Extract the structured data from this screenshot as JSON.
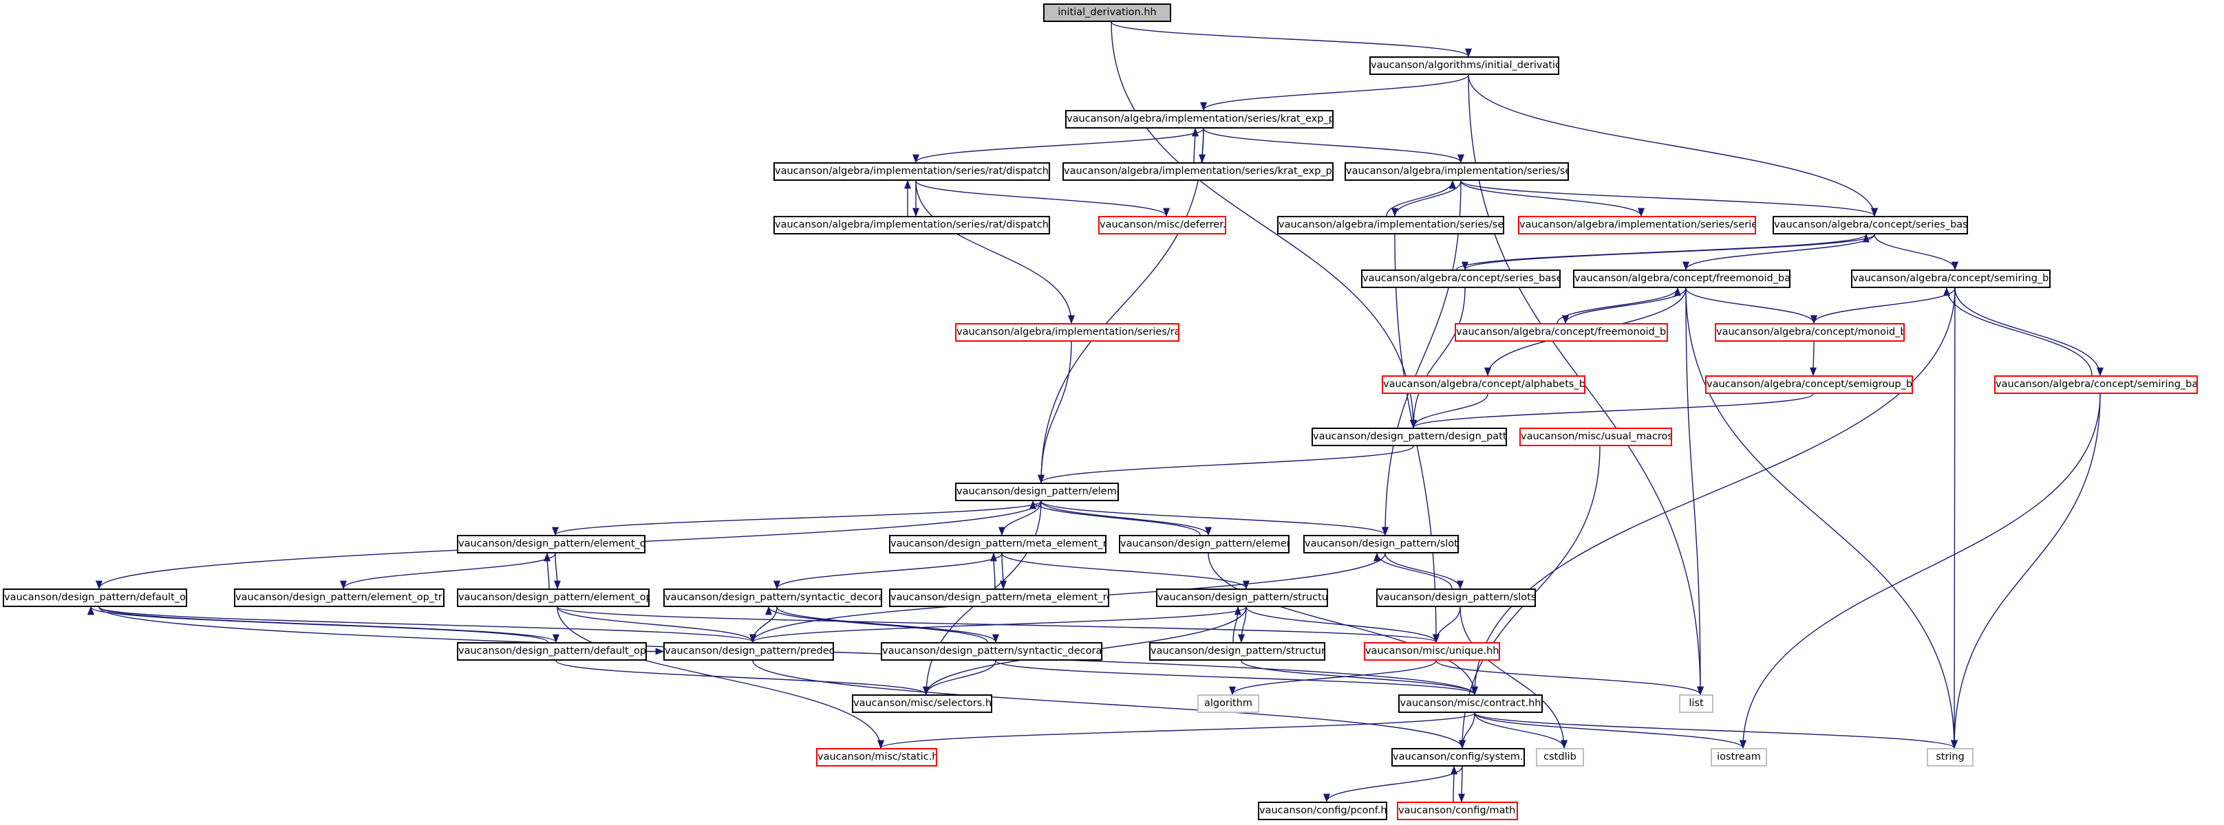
{
  "colors": {
    "edge": "#191970",
    "root_fill": "#bfbfbf",
    "documented_border": "#000000",
    "undocumented_border": "#ff0000",
    "external_border": "#bfbfbf"
  },
  "nodes": [
    {
      "id": "n0",
      "label": "initial_derivation.hh",
      "kind": "root"
    },
    {
      "id": "n1",
      "label": "vaucanson/algorithms/initial_derivation.hxx",
      "kind": "doc"
    },
    {
      "id": "n2",
      "label": "vaucanson/algebra/implementation/series/krat_exp_pattern.hh",
      "kind": "doc"
    },
    {
      "id": "n3",
      "label": "vaucanson/algebra/implementation/series/rat/dispatch_visitor.hh",
      "kind": "doc"
    },
    {
      "id": "n4",
      "label": "vaucanson/algebra/implementation/series/krat_exp_pattern.hxx",
      "kind": "doc"
    },
    {
      "id": "n5",
      "label": "vaucanson/algebra/implementation/series/series.hh",
      "kind": "doc"
    },
    {
      "id": "n6",
      "label": "vaucanson/algebra/implementation/series/rat/dispatch_visitor.hxx",
      "kind": "doc"
    },
    {
      "id": "n7",
      "label": "vaucanson/misc/deferrer.hh",
      "kind": "red"
    },
    {
      "id": "n8",
      "label": "vaucanson/algebra/implementation/series/series.hxx",
      "kind": "doc"
    },
    {
      "id": "n9",
      "label": "vaucanson/algebra/implementation/series/series_rep.hh",
      "kind": "red"
    },
    {
      "id": "n10",
      "label": "vaucanson/algebra/concept/series_base.hh",
      "kind": "doc"
    },
    {
      "id": "n11",
      "label": "vaucanson/algebra/concept/series_base.hxx",
      "kind": "doc"
    },
    {
      "id": "n12",
      "label": "vaucanson/algebra/concept/freemonoid_base.hh",
      "kind": "doc"
    },
    {
      "id": "n13",
      "label": "vaucanson/algebra/concept/semiring_base.hh",
      "kind": "doc"
    },
    {
      "id": "n14",
      "label": "vaucanson/algebra/implementation/series/rat/exp.hh",
      "kind": "red"
    },
    {
      "id": "n15",
      "label": "vaucanson/algebra/concept/freemonoid_base.hxx",
      "kind": "red"
    },
    {
      "id": "n16",
      "label": "vaucanson/algebra/concept/monoid_base.hh",
      "kind": "red"
    },
    {
      "id": "n17",
      "label": "vaucanson/algebra/concept/alphabets_base.hh",
      "kind": "red"
    },
    {
      "id": "n18",
      "label": "vaucanson/algebra/concept/semigroup_base.hh",
      "kind": "red"
    },
    {
      "id": "n19",
      "label": "vaucanson/algebra/concept/semiring_base.hxx",
      "kind": "red"
    },
    {
      "id": "n20",
      "label": "vaucanson/design_pattern/design_pattern.hh",
      "kind": "doc"
    },
    {
      "id": "n21",
      "label": "vaucanson/misc/usual_macros.hh",
      "kind": "red"
    },
    {
      "id": "n22",
      "label": "vaucanson/design_pattern/element.hh",
      "kind": "doc"
    },
    {
      "id": "n23",
      "label": "vaucanson/design_pattern/element_ops.hh",
      "kind": "doc"
    },
    {
      "id": "n24",
      "label": "vaucanson/design_pattern/meta_element_root.hh",
      "kind": "doc"
    },
    {
      "id": "n25",
      "label": "vaucanson/design_pattern/element.hxx",
      "kind": "doc"
    },
    {
      "id": "n26",
      "label": "vaucanson/design_pattern/slots.hh",
      "kind": "doc"
    },
    {
      "id": "n27",
      "label": "vaucanson/design_pattern/default_ops.hh",
      "kind": "doc"
    },
    {
      "id": "n28",
      "label": "vaucanson/design_pattern/element_op_traits.hh",
      "kind": "doc"
    },
    {
      "id": "n29",
      "label": "vaucanson/design_pattern/element_ops.hxx",
      "kind": "doc"
    },
    {
      "id": "n30",
      "label": "vaucanson/design_pattern/syntactic_decorator.hh",
      "kind": "doc"
    },
    {
      "id": "n31",
      "label": "vaucanson/design_pattern/meta_element_root.hxx",
      "kind": "doc"
    },
    {
      "id": "n32",
      "label": "vaucanson/design_pattern/structure.hh",
      "kind": "doc"
    },
    {
      "id": "n33",
      "label": "vaucanson/design_pattern/slots.hxx",
      "kind": "doc"
    },
    {
      "id": "n34",
      "label": "vaucanson/design_pattern/default_ops.hxx",
      "kind": "doc"
    },
    {
      "id": "n35",
      "label": "vaucanson/design_pattern/predecls.hh",
      "kind": "doc"
    },
    {
      "id": "n36",
      "label": "vaucanson/design_pattern/syntactic_decorator.hxx",
      "kind": "doc"
    },
    {
      "id": "n37",
      "label": "vaucanson/design_pattern/structure.hxx",
      "kind": "doc"
    },
    {
      "id": "n38",
      "label": "vaucanson/misc/unique.hh",
      "kind": "red"
    },
    {
      "id": "n39",
      "label": "vaucanson/misc/selectors.hh",
      "kind": "doc"
    },
    {
      "id": "n40",
      "label": "algorithm",
      "kind": "ext"
    },
    {
      "id": "n41",
      "label": "vaucanson/misc/contract.hh",
      "kind": "doc"
    },
    {
      "id": "n42",
      "label": "list",
      "kind": "ext"
    },
    {
      "id": "n43",
      "label": "vaucanson/misc/static.hh",
      "kind": "red"
    },
    {
      "id": "n44",
      "label": "vaucanson/config/system.hh",
      "kind": "doc"
    },
    {
      "id": "n45",
      "label": "cstdlib",
      "kind": "ext"
    },
    {
      "id": "n46",
      "label": "iostream",
      "kind": "ext"
    },
    {
      "id": "n47",
      "label": "string",
      "kind": "ext"
    },
    {
      "id": "n48",
      "label": "vaucanson/config/pconf.hh",
      "kind": "doc"
    },
    {
      "id": "n49",
      "label": "vaucanson/config/math.hh",
      "kind": "red"
    }
  ],
  "edges": [
    [
      "n0",
      "n1"
    ],
    [
      "n0",
      "n20"
    ],
    [
      "n1",
      "n2"
    ],
    [
      "n1",
      "n10"
    ],
    [
      "n1",
      "n42"
    ],
    [
      "n2",
      "n3"
    ],
    [
      "n2",
      "n4"
    ],
    [
      "n2",
      "n5"
    ],
    [
      "n2",
      "n22"
    ],
    [
      "n4",
      "n2"
    ],
    [
      "n3",
      "n6"
    ],
    [
      "n3",
      "n7"
    ],
    [
      "n3",
      "n14"
    ],
    [
      "n6",
      "n3"
    ],
    [
      "n5",
      "n8"
    ],
    [
      "n5",
      "n9"
    ],
    [
      "n5",
      "n10"
    ],
    [
      "n5",
      "n26"
    ],
    [
      "n8",
      "n5"
    ],
    [
      "n8",
      "n38"
    ],
    [
      "n10",
      "n11"
    ],
    [
      "n10",
      "n12"
    ],
    [
      "n10",
      "n13"
    ],
    [
      "n11",
      "n10"
    ],
    [
      "n11",
      "n20"
    ],
    [
      "n12",
      "n15"
    ],
    [
      "n12",
      "n16"
    ],
    [
      "n12",
      "n17"
    ],
    [
      "n12",
      "n42"
    ],
    [
      "n12",
      "n47"
    ],
    [
      "n15",
      "n12"
    ],
    [
      "n13",
      "n16"
    ],
    [
      "n13",
      "n19"
    ],
    [
      "n13",
      "n41"
    ],
    [
      "n13",
      "n47"
    ],
    [
      "n19",
      "n13"
    ],
    [
      "n19",
      "n46"
    ],
    [
      "n19",
      "n47"
    ],
    [
      "n16",
      "n18"
    ],
    [
      "n18",
      "n20"
    ],
    [
      "n17",
      "n20"
    ],
    [
      "n14",
      "n22"
    ],
    [
      "n20",
      "n22"
    ],
    [
      "n21",
      "n44"
    ],
    [
      "n22",
      "n23"
    ],
    [
      "n22",
      "n24"
    ],
    [
      "n22",
      "n25"
    ],
    [
      "n22",
      "n26"
    ],
    [
      "n22",
      "n27"
    ],
    [
      "n22",
      "n39"
    ],
    [
      "n25",
      "n22"
    ],
    [
      "n25",
      "n41"
    ],
    [
      "n23",
      "n28"
    ],
    [
      "n23",
      "n29"
    ],
    [
      "n29",
      "n23"
    ],
    [
      "n29",
      "n35"
    ],
    [
      "n29",
      "n38"
    ],
    [
      "n29",
      "n43"
    ],
    [
      "n24",
      "n30"
    ],
    [
      "n24",
      "n31"
    ],
    [
      "n24",
      "n32"
    ],
    [
      "n31",
      "n24"
    ],
    [
      "n26",
      "n33"
    ],
    [
      "n26",
      "n35"
    ],
    [
      "n33",
      "n26"
    ],
    [
      "n33",
      "n38"
    ],
    [
      "n33",
      "n45"
    ],
    [
      "n27",
      "n34"
    ],
    [
      "n27",
      "n35"
    ],
    [
      "n27",
      "n41"
    ],
    [
      "n34",
      "n27"
    ],
    [
      "n34",
      "n35"
    ],
    [
      "n34",
      "n39"
    ],
    [
      "n30",
      "n35"
    ],
    [
      "n30",
      "n36"
    ],
    [
      "n36",
      "n30"
    ],
    [
      "n36",
      "n39"
    ],
    [
      "n36",
      "n41"
    ],
    [
      "n32",
      "n35"
    ],
    [
      "n32",
      "n37"
    ],
    [
      "n32",
      "n38"
    ],
    [
      "n32",
      "n39"
    ],
    [
      "n37",
      "n32"
    ],
    [
      "n37",
      "n41"
    ],
    [
      "n35",
      "n44"
    ],
    [
      "n38",
      "n40"
    ],
    [
      "n38",
      "n42"
    ],
    [
      "n41",
      "n43"
    ],
    [
      "n41",
      "n44"
    ],
    [
      "n41",
      "n45"
    ],
    [
      "n41",
      "n46"
    ],
    [
      "n41",
      "n47"
    ],
    [
      "n44",
      "n48"
    ],
    [
      "n44",
      "n49"
    ],
    [
      "n49",
      "n44"
    ]
  ]
}
